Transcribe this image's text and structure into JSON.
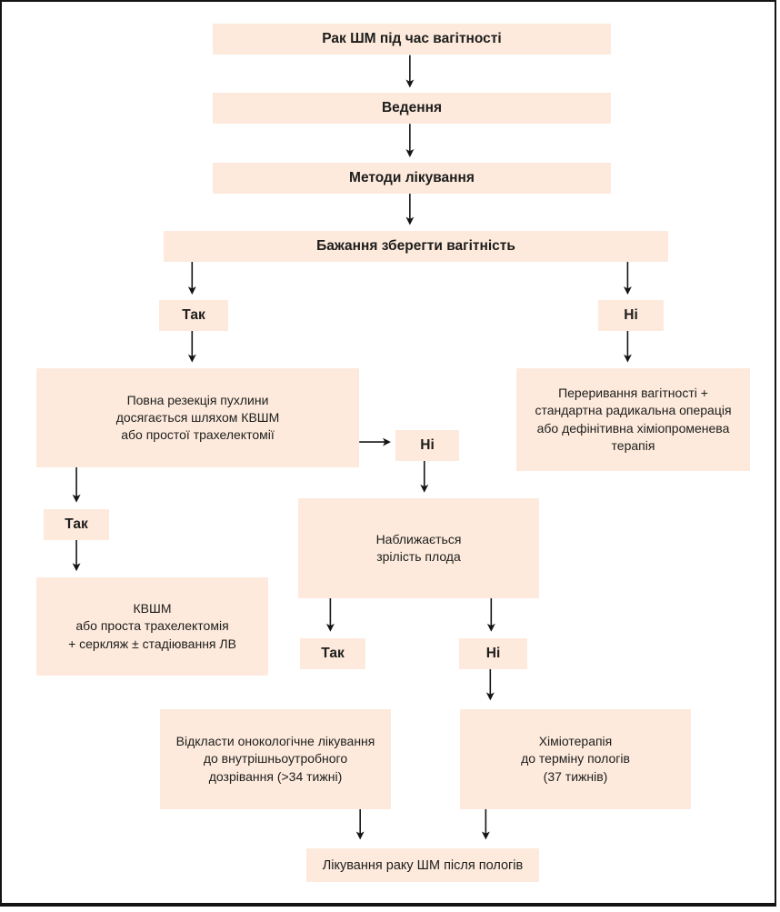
{
  "palette": {
    "node_background": "#fdeadd",
    "text": "#1d1d1b",
    "frame_border": "#141414",
    "arrow": "#141414",
    "page_background": "#ffffff"
  },
  "flowchart": {
    "nodes": {
      "start": "Рак ШМ під час вагітності",
      "management": "Ведення",
      "treatment_methods": "Методи лікування",
      "preserve_pregnancy": "Бажання зберегти вагітність",
      "preserve_yes": "Так",
      "preserve_no": "Ні",
      "full_resection": "Повна резекція пухлини\nдосягається шляхом КВШМ\nабо простої трахелектомії",
      "termination": "Переривання вагітності +\nстандартна радикальна операція\nабо дефінітивна хіміопроменева\nтерапія",
      "resection_no": "Ні",
      "resection_yes": "Так",
      "conization_trachelectomy": "КВШМ\nабо проста трахелектомія\n+ серкляж ± стадіювання ЛВ",
      "fetal_maturity": "Наближається\nзрілість плода",
      "maturity_yes": "Так",
      "maturity_no": "Ні",
      "delay_oncology_treatment": "Відкласти онокологічне лікування\nдо внутрішньоутробного\nдозрівання (>34 тижні)",
      "chemotherapy": "Хіміотерапія\nдо терміну пологів\n(37 тижнів)",
      "postpartum_treatment": "Лікування раку ШМ після пологів"
    }
  }
}
